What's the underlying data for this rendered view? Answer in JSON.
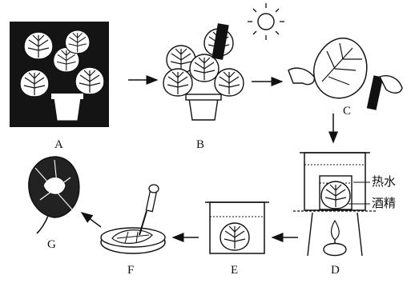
{
  "labels": {
    "a": "A",
    "b": "B",
    "c": "C",
    "d": "D",
    "e": "E",
    "f": "F",
    "g": "G"
  },
  "annotations": {
    "hot_water": "热水",
    "alcohol": "酒精"
  },
  "icons": {
    "sun": "sun-icon"
  }
}
